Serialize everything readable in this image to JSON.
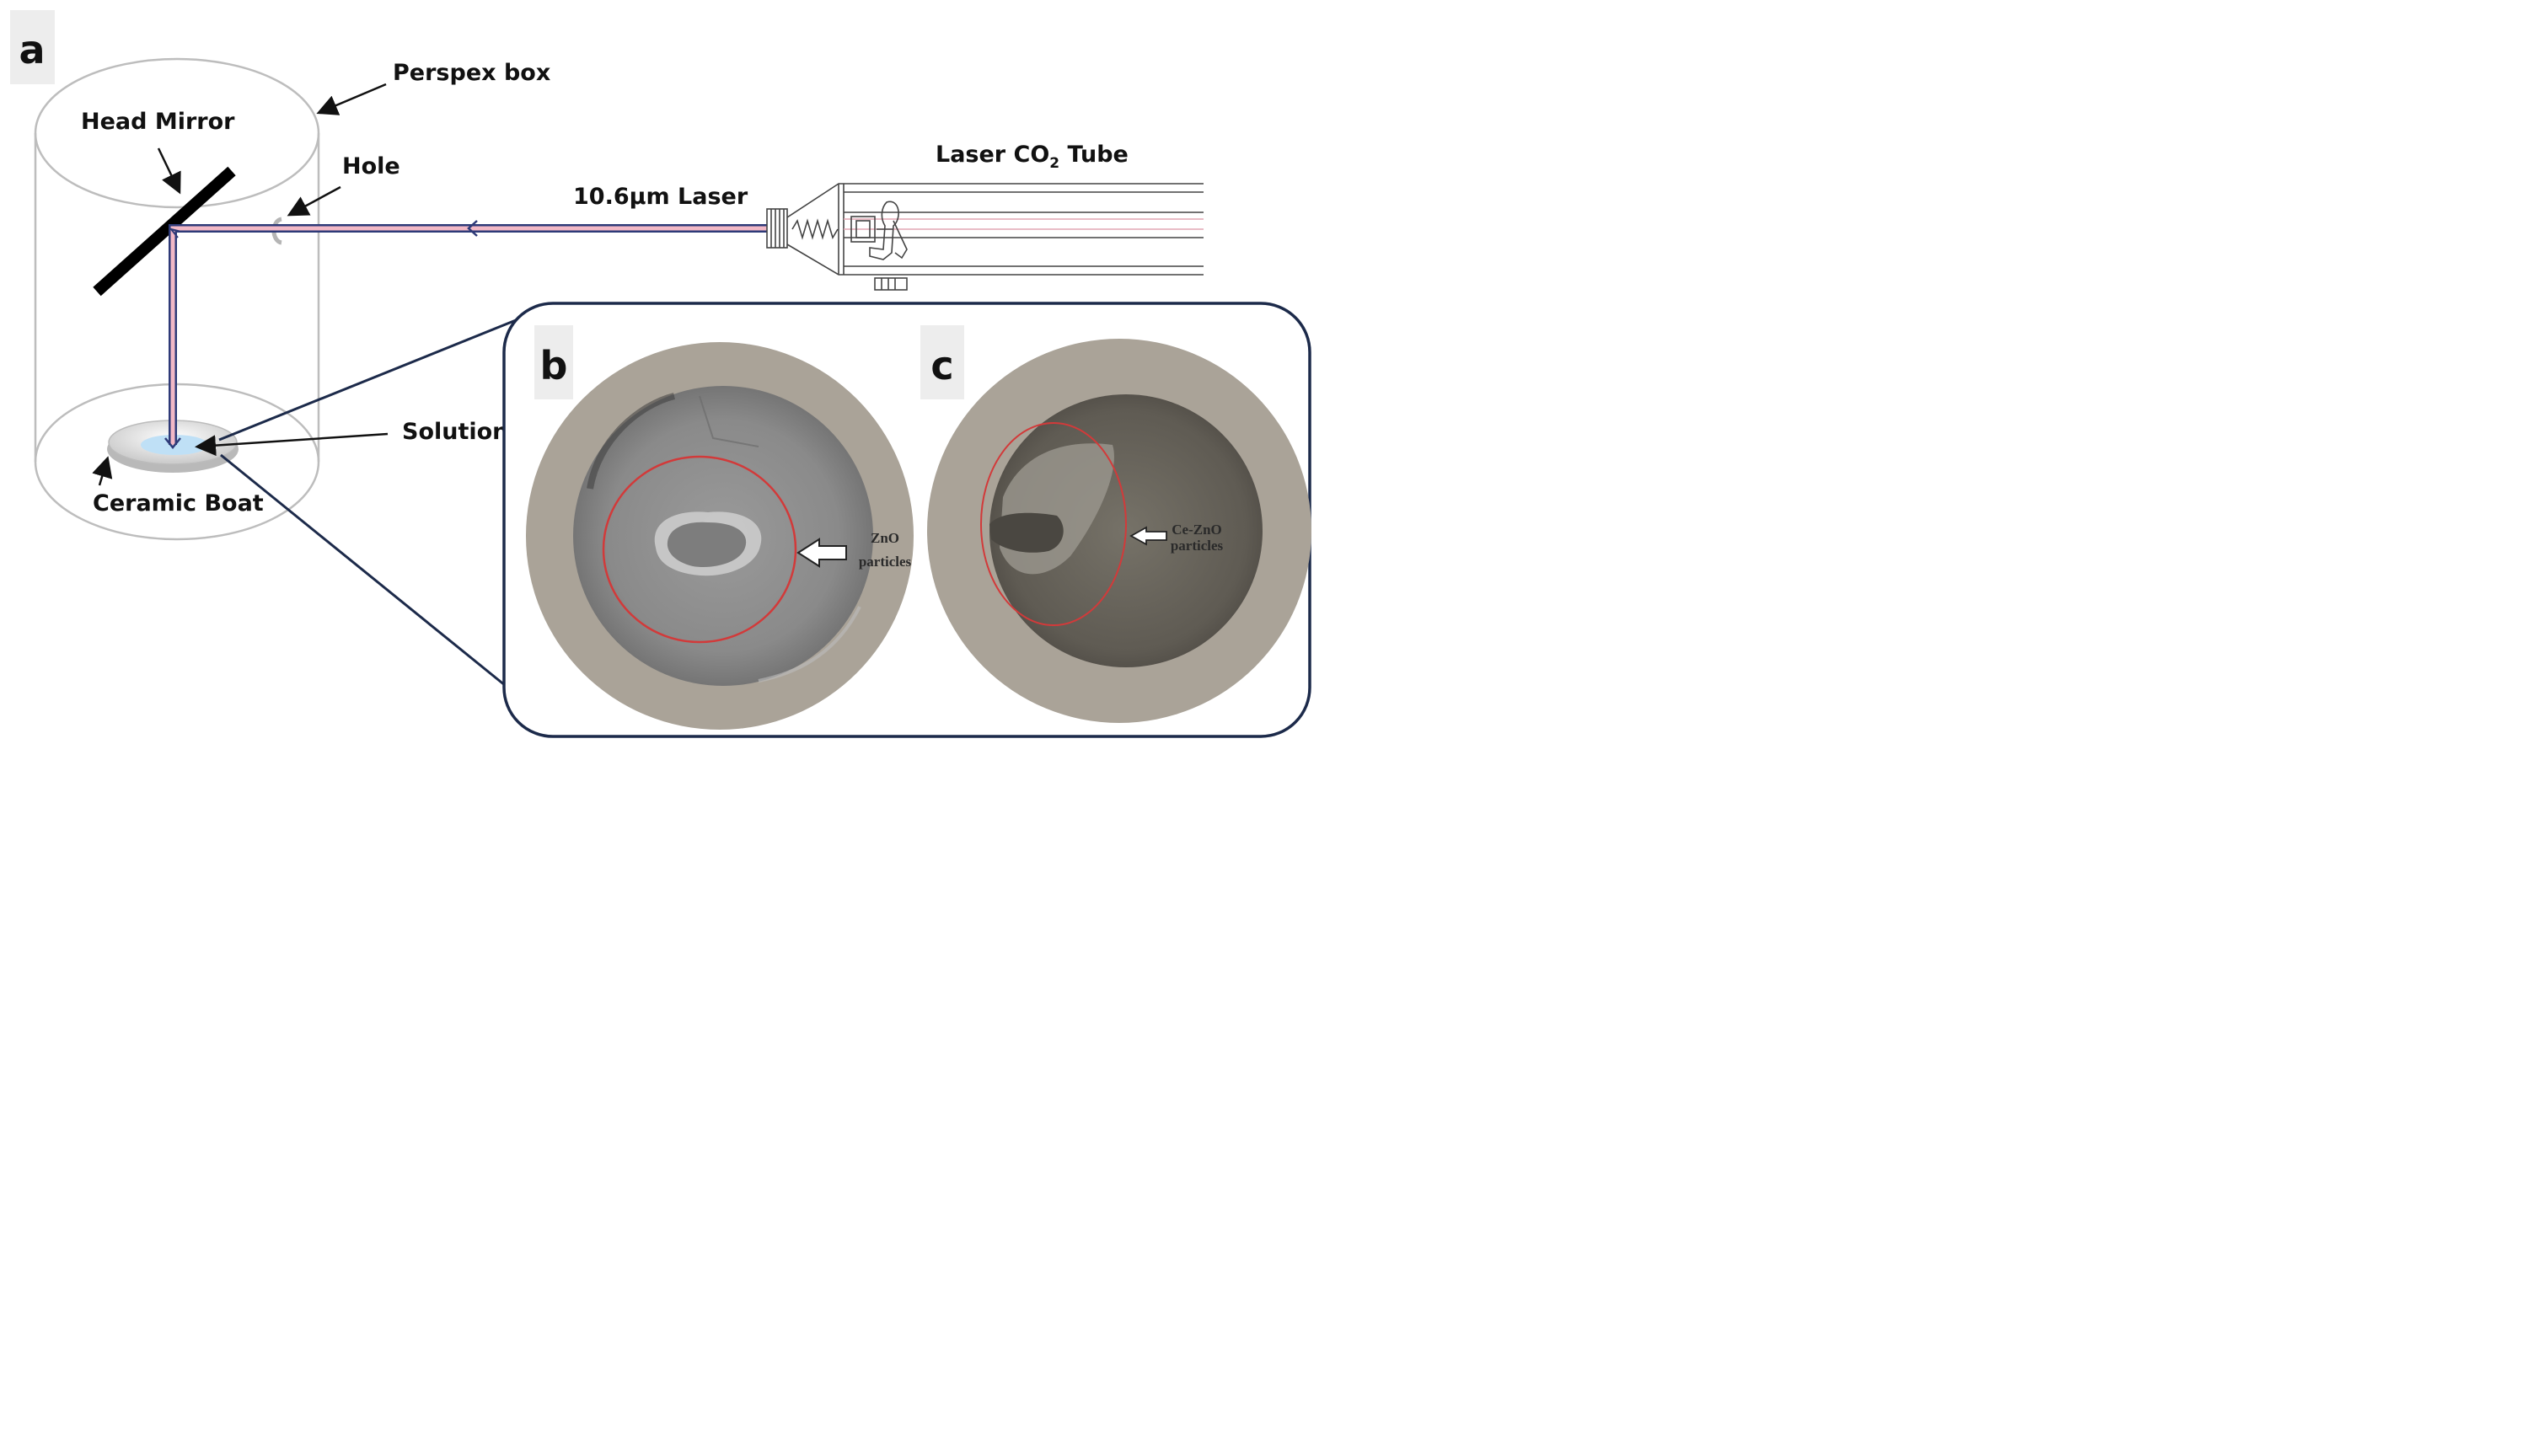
{
  "panels": {
    "a": {
      "letter": "a",
      "labels": {
        "perspex_box": "Perspex box",
        "head_mirror": "Head Mirror",
        "hole": "Hole",
        "laser": "10.6µm Laser",
        "tube_prefix": "Laser CO",
        "tube_sub": "2",
        "tube_suffix": " Tube",
        "solution": "Solution",
        "ceramic_boat": "Ceramic Boat"
      }
    },
    "b": {
      "letter": "b",
      "annotation_line1": "ZnO",
      "annotation_line2": "particles"
    },
    "c": {
      "letter": "c",
      "annotation_line1": "Ce-ZnO",
      "annotation_line2": "particles"
    }
  },
  "colors": {
    "beam_outer": "#2e3a78",
    "beam_inner": "#f2b8c6",
    "inset_border": "#1c2a4a",
    "circle_red": "#d23a3a",
    "frame_tan": "#a9a398",
    "sample_grey": "#8a8a8a"
  }
}
